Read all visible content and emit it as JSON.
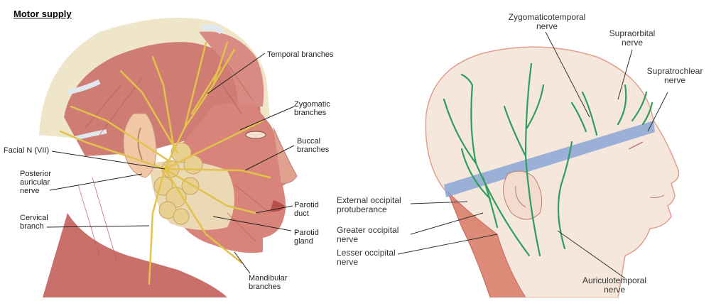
{
  "title": "Motor supply",
  "left_labels": {
    "temporal": "Temporal branches",
    "zygomatic": "Zygomatic\nbranches",
    "buccal": "Buccal\nbranches",
    "facial": "Facial N (VII)",
    "posterior_auricular": "Posterior\nauricular\nnerve",
    "cervical": "Cervical\nbranch",
    "parotid_duct": "Parotid\nduct",
    "parotid_gland": "Parotid\ngland",
    "mandibular": "Mandibular\nbranches"
  },
  "right_labels": {
    "zygomaticotemporal": "Zygomaticotemporal\nnerve",
    "supraorbital": "Supraorbital\nnerve",
    "supratrochlear": "Supratrochlear\nnerve",
    "external_occipital": "External occipital\nprotuberance",
    "greater_occipital": "Greater occipital\nnerve",
    "lesser_occipital": "Lesser occipital\nnerve",
    "auriculotemporal": "Auriculotemporal\nnerve"
  }
}
